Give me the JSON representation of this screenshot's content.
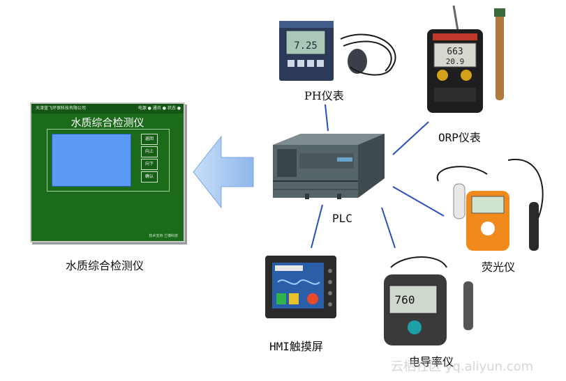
{
  "nodes": {
    "ph_meter": "PH仪表",
    "orp_meter": "ORP仪表",
    "plc": "PLC",
    "fluorometer": "荧光仪",
    "conductivity_meter": "电导率仪",
    "hmi": "HMI触摸屏",
    "water_analyzer": "水质综合检测仪"
  },
  "panel": {
    "company": "天津蓝飞环保科技有限公司",
    "status": "电源 ● 通讯 ● 状态 ●",
    "title": "水质综合检测仪",
    "buttons": [
      "返回",
      "向上",
      "向下",
      "确认"
    ],
    "footer": "技术支持  兰博科技"
  },
  "ph_display": "7.25",
  "orp_display": {
    "line1": "663",
    "line2": "20.9"
  },
  "conductivity_display": "760",
  "watermark": "云栖社区 yq.aliyun.com",
  "colors": {
    "panel_green": "#1b6b1b",
    "screen_blue": "#5b9bf7",
    "arrow_blue": "#9cc3f0",
    "line_blue": "#2a4fb8"
  }
}
